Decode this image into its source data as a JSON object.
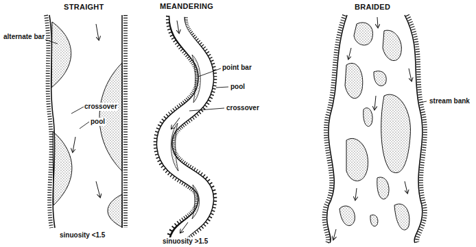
{
  "diagram": {
    "labels": [
      "STRAIGHT",
      "MEANDERING",
      "BRAIDED",
      "alternate bar",
      "crossover",
      "pool",
      "sinuosity <1.5",
      "point bar",
      "pool",
      "crossover",
      "sinuosity >1.5",
      "stream bank"
    ]
  }
}
